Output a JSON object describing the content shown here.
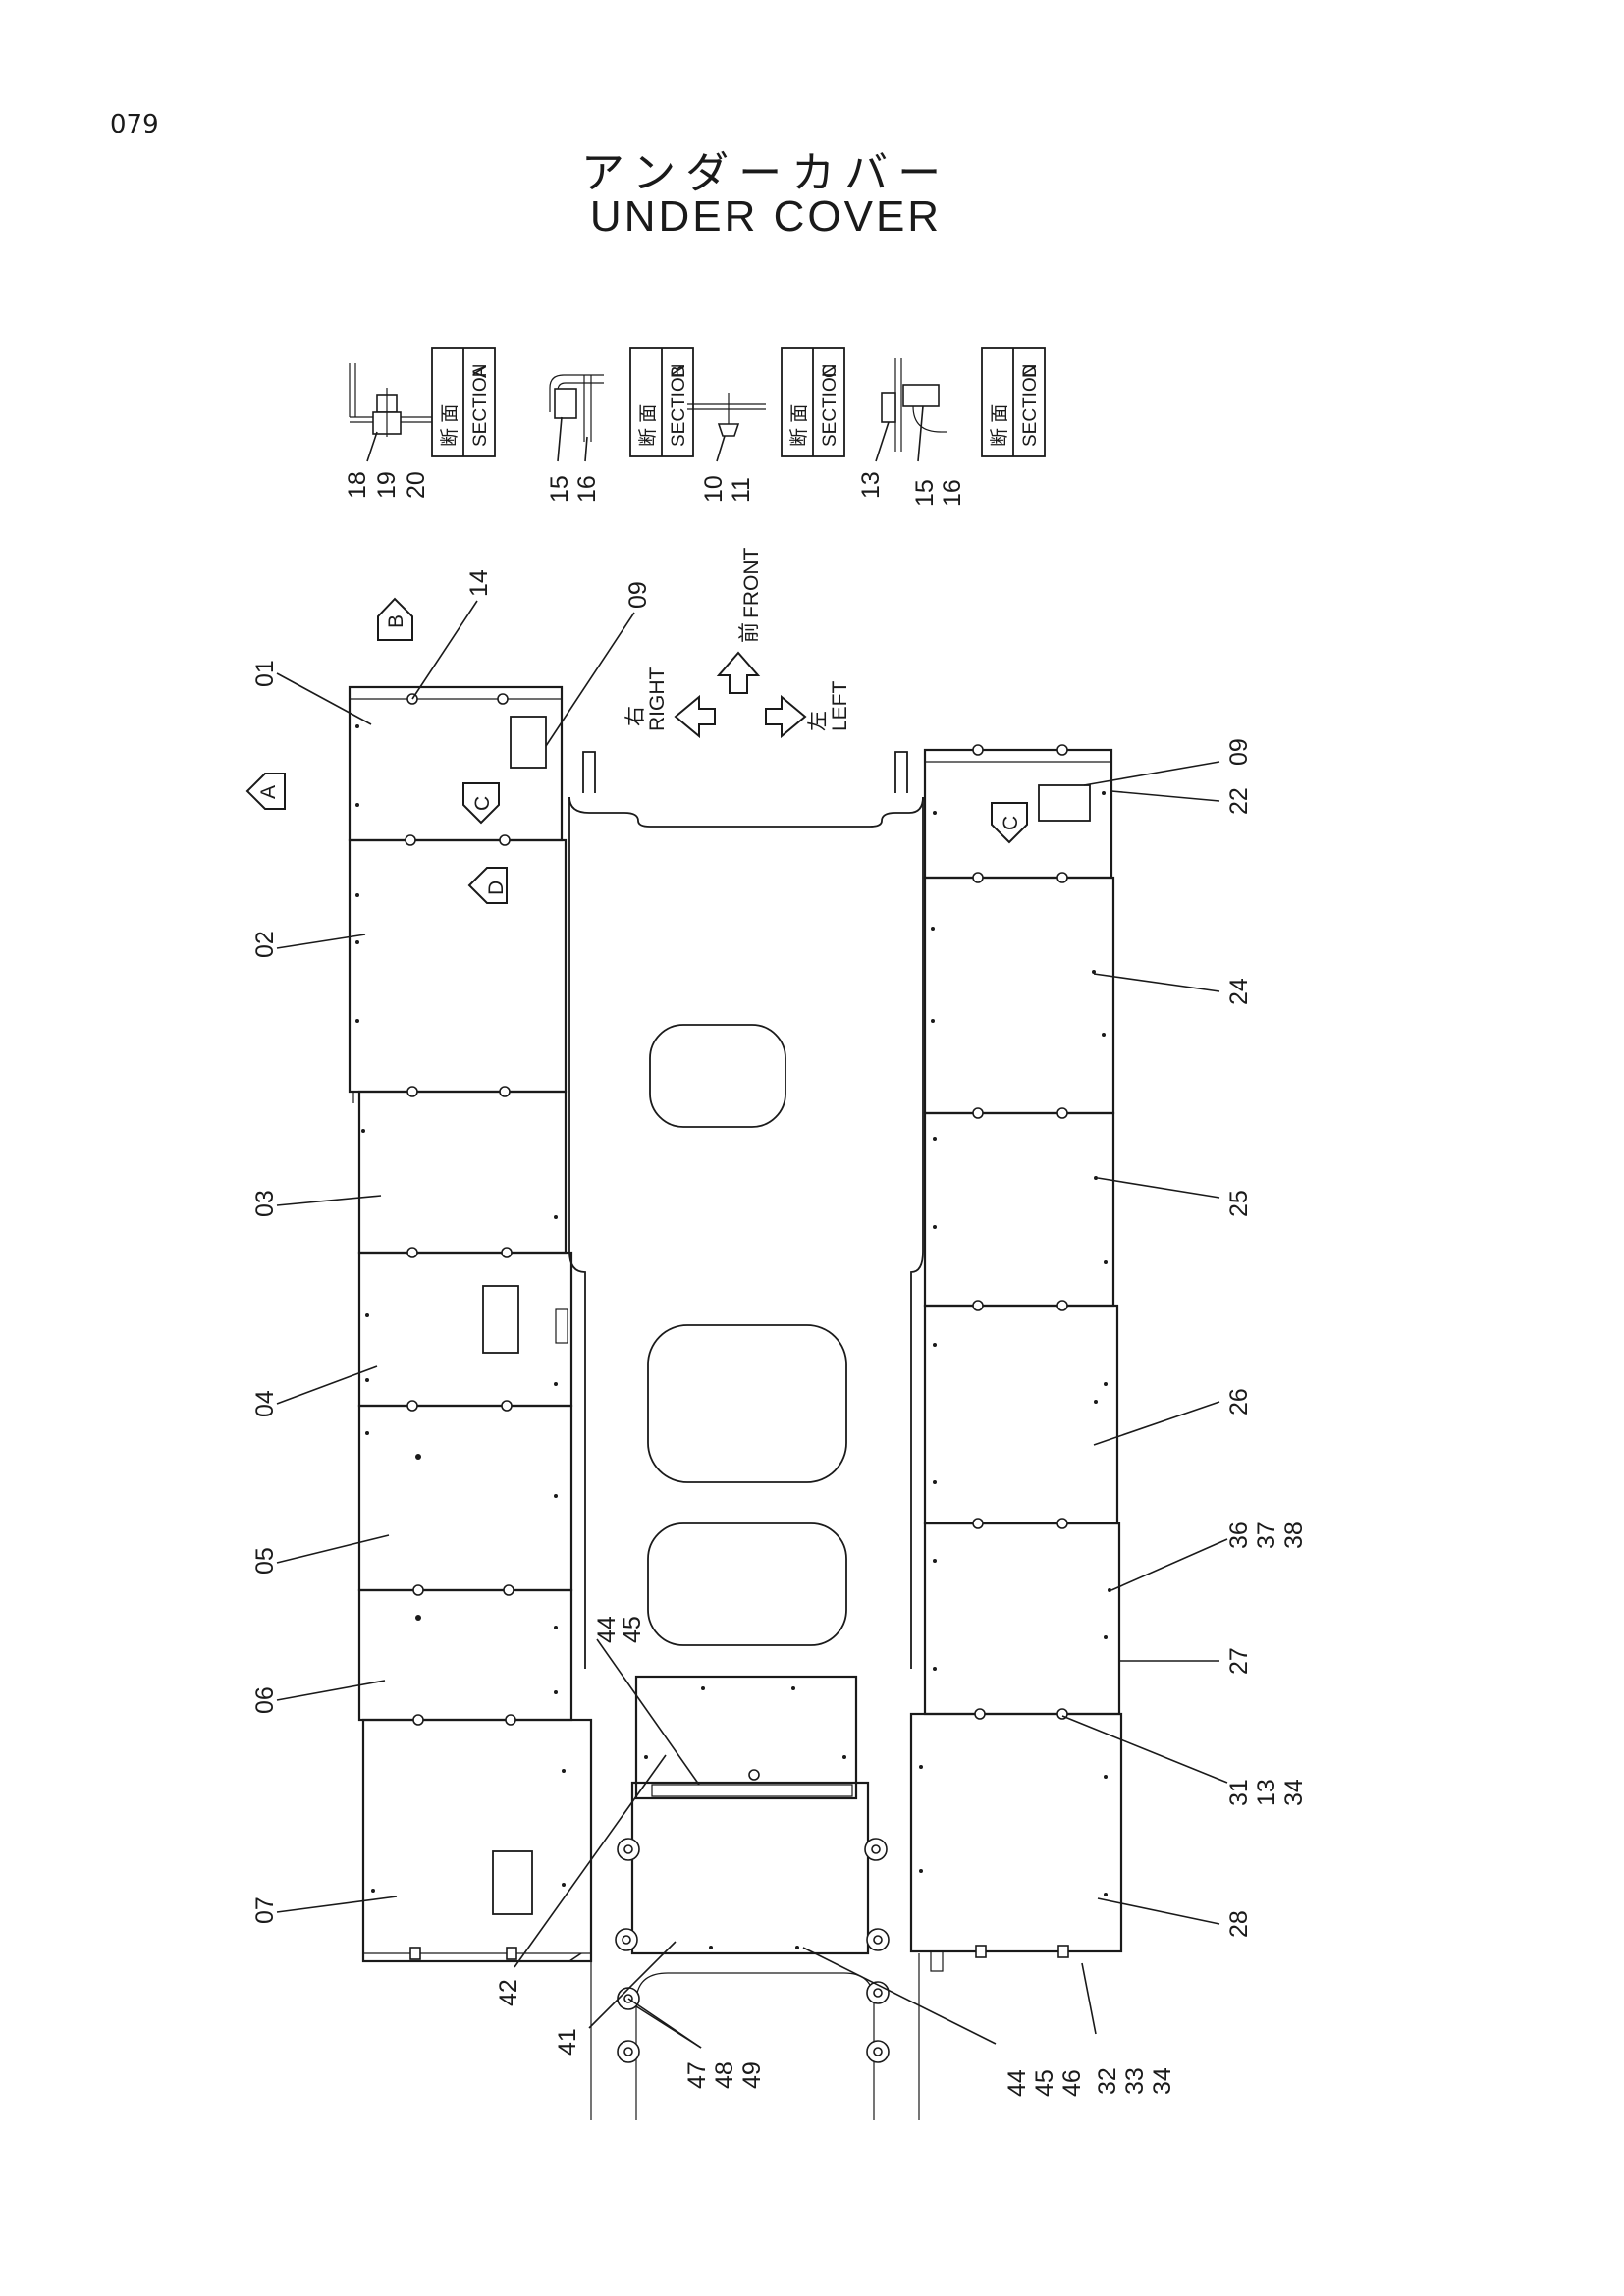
{
  "page": {
    "number": "079",
    "title_jp": "アンダーカバー",
    "title_en": "UNDER COVER"
  },
  "sections": [
    {
      "jp": "断 面",
      "en": "SECTION",
      "letter": "A",
      "callouts": [
        "18",
        "19",
        "20"
      ]
    },
    {
      "jp": "断 面",
      "en": "SECTION",
      "letter": "B",
      "callouts": [
        "15",
        "16"
      ]
    },
    {
      "jp": "断 面",
      "en": "SECTION",
      "letter": "C",
      "callouts": [
        "10",
        "11"
      ]
    },
    {
      "jp": "断 面",
      "en": "SECTION",
      "letter": "D",
      "callouts": [
        "13",
        "15",
        "16"
      ]
    }
  ],
  "directions": {
    "front_jp": "前",
    "front_en": "FRONT",
    "right_jp": "右",
    "right_en": "RIGHT",
    "left_jp": "左",
    "left_en": "LEFT"
  },
  "view_markers": {
    "a": "A",
    "b": "B",
    "c1": "C",
    "c2": "C",
    "d": "D"
  },
  "callouts": {
    "c01": "01",
    "c02": "02",
    "c03": "03",
    "c04": "04",
    "c05": "05",
    "c06": "06",
    "c07": "07",
    "c09a": "09",
    "c14": "14",
    "c09b": "09",
    "c22": "22",
    "c24": "24",
    "c25": "25",
    "c26": "26",
    "c36_38": [
      "36",
      "37",
      "38"
    ],
    "c27": "27",
    "c31_34": [
      "31",
      "13",
      "34"
    ],
    "c28": "28",
    "c32_34": [
      "32",
      "33",
      "34"
    ],
    "c44_46": [
      "44",
      "45",
      "46"
    ],
    "c47_49": [
      "47",
      "48",
      "49"
    ],
    "c41": "41",
    "c42": "42",
    "c44_45": [
      "44",
      "45"
    ]
  }
}
